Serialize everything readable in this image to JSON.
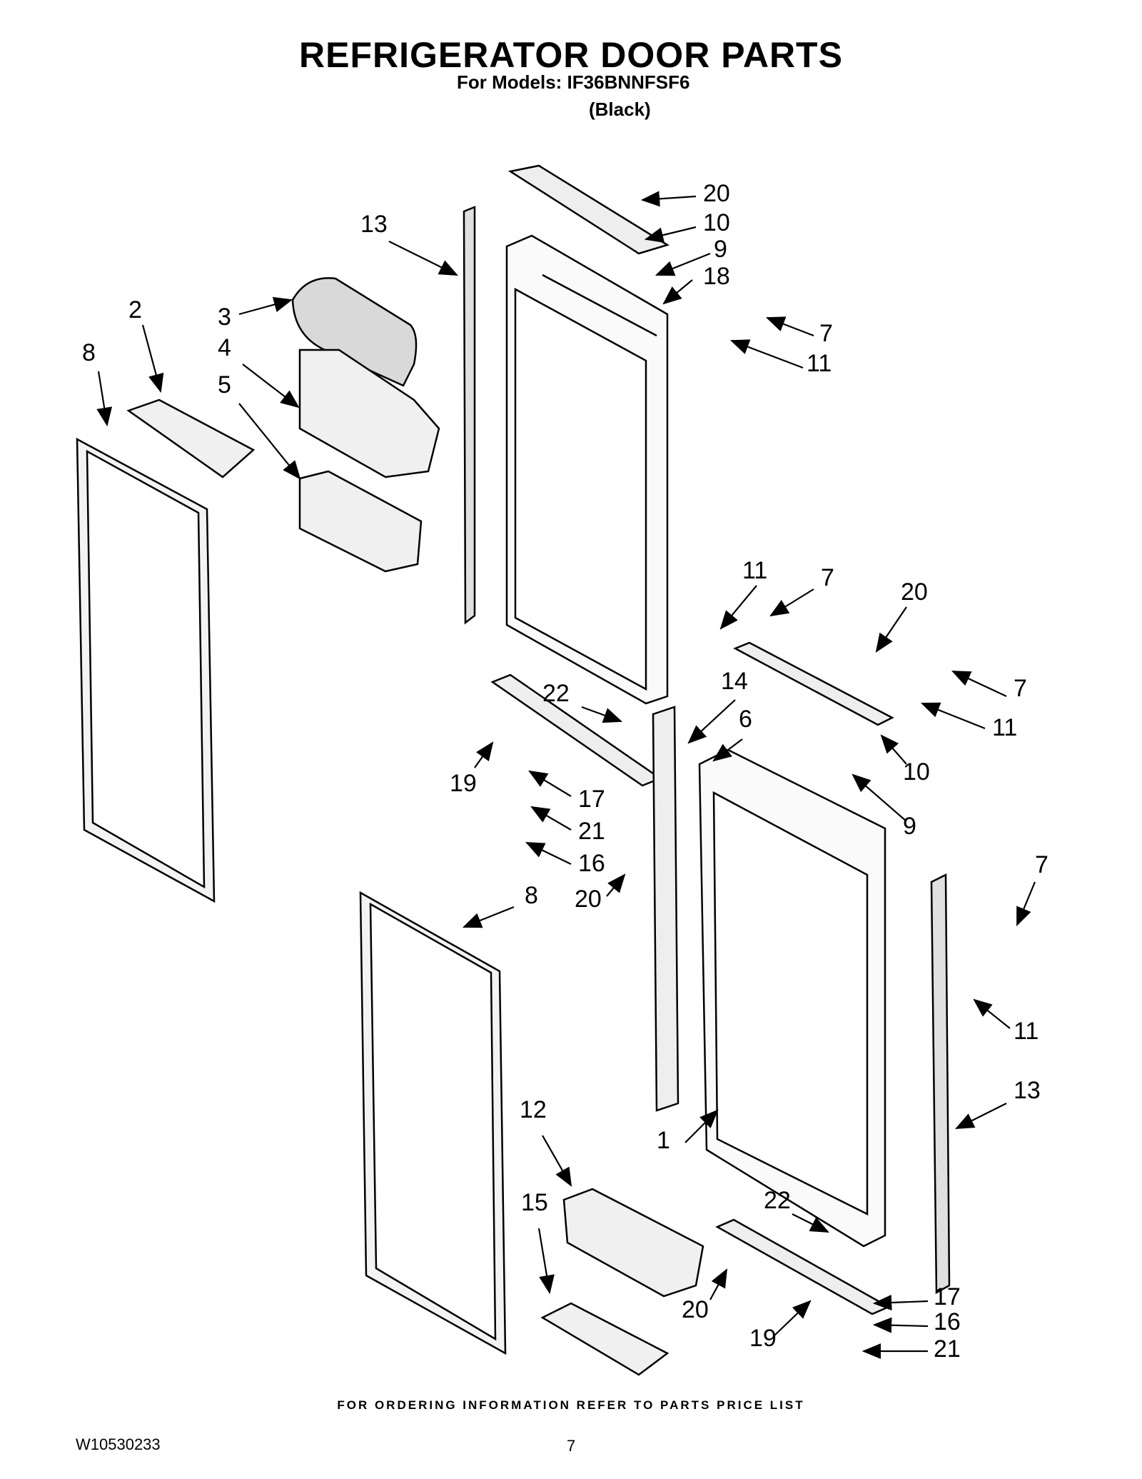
{
  "header": {
    "title": "REFRIGERATOR DOOR PARTS",
    "models": "For Models: IF36BNNFSF6",
    "color": "(Black)"
  },
  "callouts": [
    "20",
    "10",
    "9",
    "18",
    "13",
    "7",
    "11",
    "2",
    "3",
    "8",
    "4",
    "5",
    "11",
    "7",
    "20",
    "7",
    "11",
    "22",
    "14",
    "6",
    "10",
    "19",
    "17",
    "21",
    "16",
    "9",
    "20",
    "8",
    "7",
    "11",
    "13",
    "12",
    "1",
    "22",
    "15",
    "17",
    "16",
    "20",
    "19",
    "21"
  ],
  "footer": {
    "ordering": "FOR ORDERING INFORMATION REFER TO PARTS PRICE LIST",
    "doc_number": "W10530233",
    "page_number": "7"
  }
}
